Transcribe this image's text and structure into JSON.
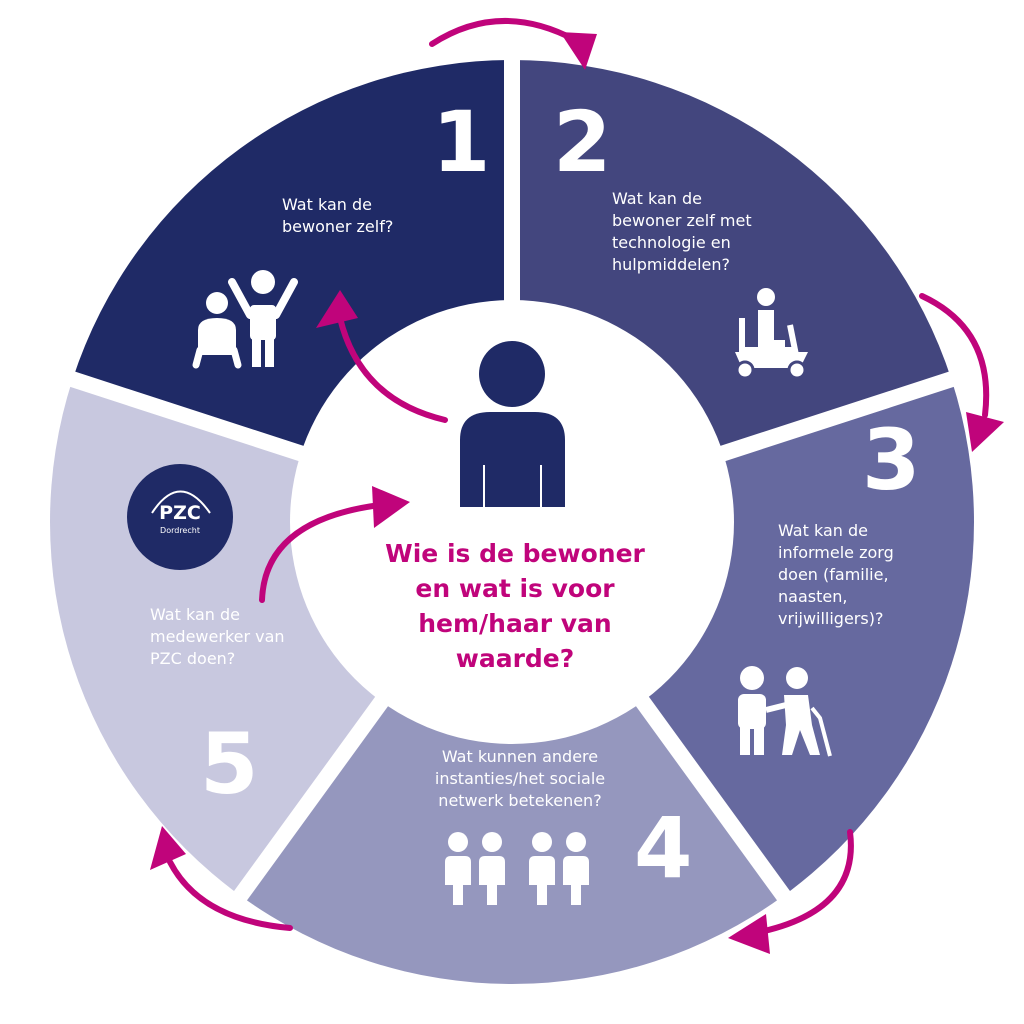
{
  "colors": {
    "seg1": "#1f2a66",
    "seg2": "#43467e",
    "seg3": "#66699f",
    "seg4": "#9597be",
    "seg5": "#c8c8df",
    "accent": "#c0047b",
    "person": "#1f2a66"
  },
  "center": {
    "title_lines": [
      "Wie is de bewoner",
      "en wat is voor",
      "hem/haar van",
      "waarde?"
    ],
    "icon": "person-icon"
  },
  "segments": [
    {
      "number": "1",
      "lines": [
        "Wat kan de",
        "bewoner zelf?"
      ],
      "icon": "child-and-adult-icon"
    },
    {
      "number": "2",
      "lines": [
        "Wat kan de",
        "bewoner zelf met",
        "technologie en",
        "hulpmiddelen?"
      ],
      "icon": "mobility-scooter-icon"
    },
    {
      "number": "3",
      "lines": [
        "Wat kan de",
        "informele zorg",
        "doen (familie,",
        "naasten,",
        "vrijwilligers)?"
      ],
      "icon": "caregiver-elderly-icon"
    },
    {
      "number": "4",
      "lines": [
        "Wat kunnen andere",
        "instanties/het sociale",
        "netwerk betekenen?"
      ],
      "icon": "group-people-icon"
    },
    {
      "number": "5",
      "lines": [
        "Wat kan de",
        "medewerker van",
        "PZC doen?"
      ],
      "icon": "pzc-logo"
    }
  ],
  "logo": {
    "name": "PZC",
    "sub": "Dordrecht"
  }
}
